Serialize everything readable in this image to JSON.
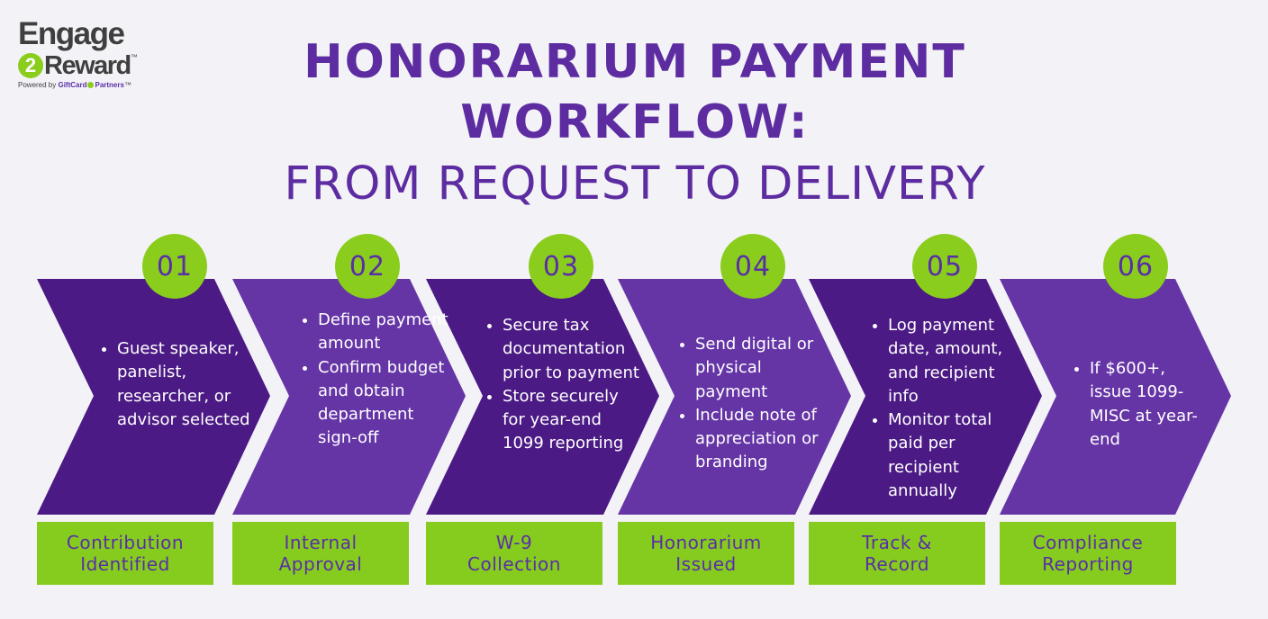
{
  "logo": {
    "line1": "Engage",
    "badge": "2",
    "line2": "Reward",
    "tm": "™",
    "powered_by": "Powered by",
    "brand_a": "GiftCard",
    "brand_b": "Partners",
    "brand_tm": "™"
  },
  "title": {
    "line1": "HONORARIUM PAYMENT",
    "line2": "WORKFLOW:",
    "line3": "FROM REQUEST TO DELIVERY"
  },
  "colors": {
    "purple_dark": "#4b1a85",
    "purple_light": "#6535a6",
    "green": "#8acd1d",
    "background": "#f3f2f7"
  },
  "steps": [
    {
      "number": "01",
      "bullets": [
        "Guest speaker, panelist, researcher, or advisor selected"
      ],
      "label_l1": "Contribution",
      "label_l2": "Identified"
    },
    {
      "number": "02",
      "bullets": [
        "Define payment amount",
        " Confirm budget and obtain department sign-off"
      ],
      "label_l1": "Internal",
      "label_l2": "Approval"
    },
    {
      "number": "03",
      "bullets": [
        "Secure tax documentation prior to payment",
        "Store securely for year-end 1099 reporting"
      ],
      "label_l1": "W-9",
      "label_l2": "Collection"
    },
    {
      "number": "04",
      "bullets": [
        "Send digital or physical payment",
        "Include note of appreciation or branding"
      ],
      "label_l1": "Honorarium",
      "label_l2": "Issued"
    },
    {
      "number": "05",
      "bullets": [
        "Log payment date, amount, and recipient info",
        "Monitor total paid per recipient annually"
      ],
      "label_l1": "Track &",
      "label_l2": "Record"
    },
    {
      "number": "06",
      "bullets": [
        "If $600+, issue 1099-MISC at year-end"
      ],
      "label_l1": "Compliance",
      "label_l2": "Reporting"
    }
  ]
}
